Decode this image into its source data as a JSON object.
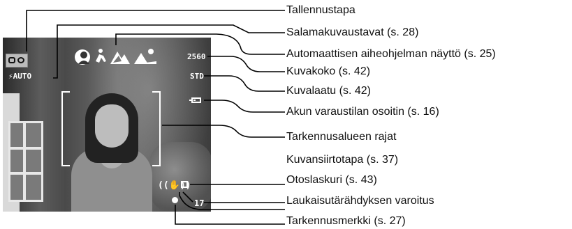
{
  "lcd_display": {
    "flash_mode_text": "⚡AUTO",
    "image_size_text": "2560",
    "quality_text": "STD",
    "frame_counter_text": "17",
    "camera_shake_text": "((✋))"
  },
  "callouts": [
    {
      "id": "tallennustapa",
      "text": "Tallennustapa"
    },
    {
      "id": "salama",
      "text": "Salamakuvaustavat (s. 28)"
    },
    {
      "id": "aiheohjelma",
      "text": "Automaattisen aiheohjelman näyttö (s. 25)"
    },
    {
      "id": "kuvakoko",
      "text": "Kuvakoko (s. 42)"
    },
    {
      "id": "kuvalaatu",
      "text": "Kuvalaatu (s. 42)"
    },
    {
      "id": "akku",
      "text": "Akun varaustilan osoitin (s. 16)"
    },
    {
      "id": "tarkennusalue",
      "text": "Tarkennusalueen rajat"
    },
    {
      "id": "siirtotapa",
      "text": "Kuvansiirtotapa (s. 37)"
    },
    {
      "id": "otoslaskuri",
      "text": "Otoslaskuri (s. 43)"
    },
    {
      "id": "varoitus",
      "text": "Laukaisutärähdyksen varoitus"
    },
    {
      "id": "tarkennusmerkki",
      "text": "Tarkennusmerkki (s. 27)"
    }
  ]
}
